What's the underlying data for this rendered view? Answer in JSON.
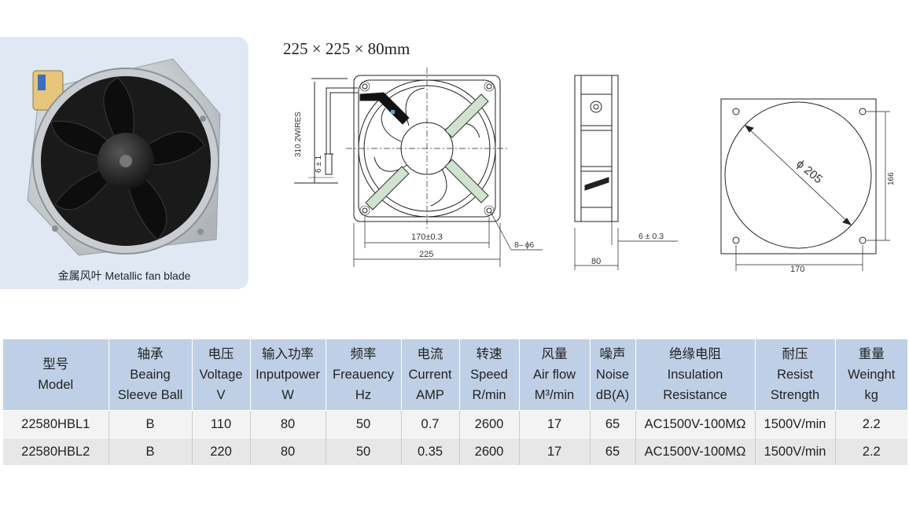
{
  "photo": {
    "caption": "金属风叶 Metallic fan blade"
  },
  "drawing": {
    "title": "225 × 225 × 80mm",
    "front": {
      "wires": "310  2WIRES",
      "wire_tol": "6 ± 1",
      "hole_dim": "170±0.3",
      "overall": "225",
      "holes": "8– ϕ6"
    },
    "side": {
      "tol": "6 ± 0.3",
      "depth": "80"
    },
    "cutout": {
      "diameter": "ϕ 205",
      "height": "166",
      "width": "170"
    }
  },
  "table": {
    "columns": [
      {
        "cn": "型号",
        "en": [
          "Model"
        ]
      },
      {
        "cn": "轴承",
        "en": [
          "Beaing",
          "Sleeve Ball"
        ]
      },
      {
        "cn": "电压",
        "en": [
          "Voltage",
          "V"
        ]
      },
      {
        "cn": "输入功率",
        "en": [
          "Inputpower",
          "W"
        ]
      },
      {
        "cn": "频率",
        "en": [
          "Freauency",
          "Hz"
        ]
      },
      {
        "cn": "电流",
        "en": [
          "Current",
          "AMP"
        ]
      },
      {
        "cn": "转速",
        "en": [
          "Speed",
          "R/min"
        ]
      },
      {
        "cn": "风量",
        "en": [
          "Air flow",
          "M³/min"
        ]
      },
      {
        "cn": "噪声",
        "en": [
          "Noise",
          "dB(A)"
        ]
      },
      {
        "cn": "绝缘电阻",
        "en": [
          "Insulation",
          "Resistance"
        ]
      },
      {
        "cn": "耐压",
        "en": [
          "Resist",
          "Strength"
        ]
      },
      {
        "cn": "重量",
        "en": [
          "Weinght",
          "kg"
        ]
      }
    ],
    "rows": [
      [
        "22580HBL1",
        "B",
        "110",
        "80",
        "50",
        "0.7",
        "2600",
        "17",
        "65",
        "AC1500V-100MΩ",
        "1500V/min",
        "2.2"
      ],
      [
        "22580HBL2",
        "B",
        "220",
        "80",
        "50",
        "0.35",
        "2600",
        "17",
        "65",
        "AC1500V-100MΩ",
        "1500V/min",
        "2.2"
      ]
    ]
  }
}
